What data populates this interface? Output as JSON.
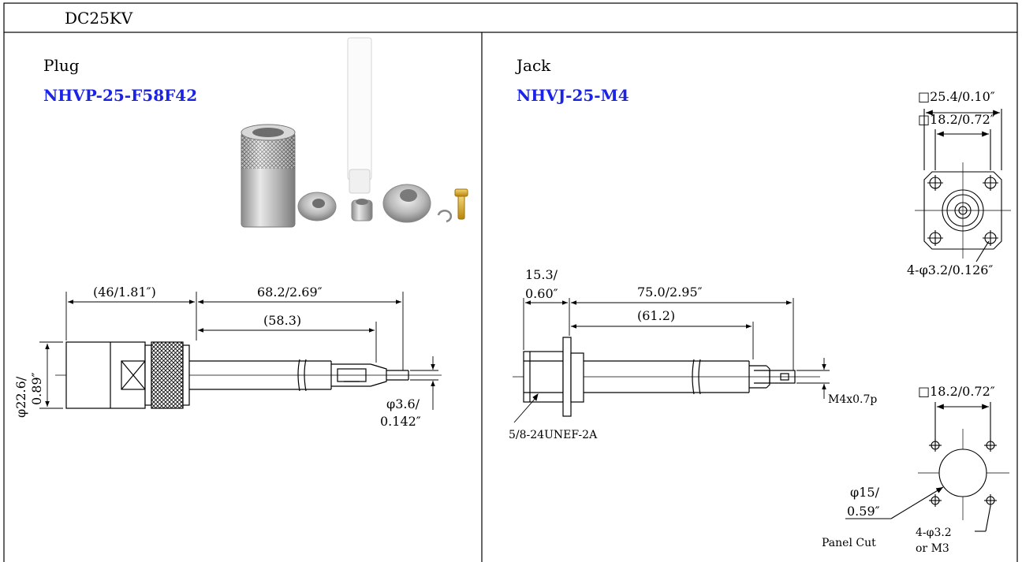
{
  "header": {
    "rating": "DC25KV"
  },
  "plug": {
    "label": "Plug",
    "part_number": "NHVP-25-F58F42",
    "dims": {
      "overall_body": "(46/1.81″)",
      "pin_length": "68.2/2.69″",
      "inner": "(58.3)",
      "body_dia_1": "φ22.6/",
      "body_dia_2": "0.89″",
      "pin_dia_1": "φ3.6/",
      "pin_dia_2": "0.142″"
    }
  },
  "jack": {
    "label": "Jack",
    "part_number": "NHVJ-25-M4",
    "dims": {
      "flange_1": "15.3/",
      "flange_2": "0.60″",
      "length": "75.0/2.95″",
      "inner": "(61.2)",
      "thread_tip": "M4x0.7p",
      "thread_body": "5/8-24UNEF-2A"
    },
    "front_view": {
      "outer": "□25.4/0.10″",
      "inner": "□18.2/0.72″",
      "holes": "4-φ3.2/0.126″"
    },
    "panel_cut": {
      "square": "□18.2/0.72″",
      "hole_dia_1": "φ15/",
      "hole_dia_2": "0.59″",
      "holes_1": "4-φ3.2",
      "holes_2": "or M3",
      "caption": "Panel Cut"
    }
  }
}
